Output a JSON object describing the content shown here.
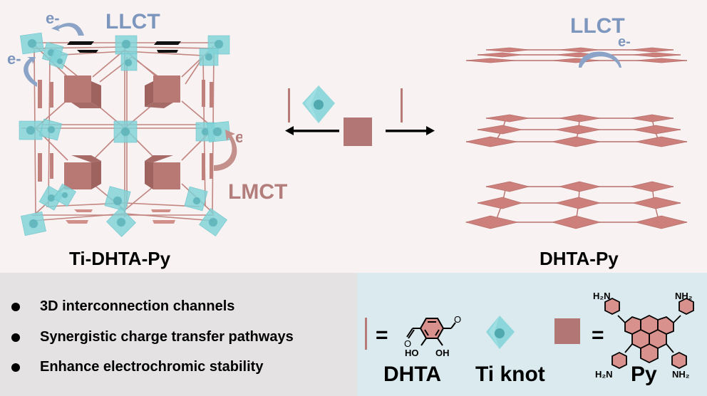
{
  "colors": {
    "background_top": "#f8f2f2",
    "panel_left": "#e4e2e2",
    "panel_right": "#dbeaee",
    "linker_pink": "#b87a76",
    "py_square": "#b27774",
    "ti_cyan": "#7fd3d8",
    "llct_blue": "#7d96bd",
    "lmct_pink": "#b27d7a",
    "sheet_pink": "#cc7f7b"
  },
  "left_structure": {
    "title": "Ti-DHTA-Py",
    "llct_label": "LLCT",
    "lmct_label": "LMCT",
    "electron_labels": [
      "e-",
      "e-",
      "e-"
    ]
  },
  "center": {
    "left_arrow": "arrow-left",
    "right_arrow": "arrow-right"
  },
  "right_structure": {
    "title": "DHTA-Py",
    "llct_label": "LLCT",
    "electron_label": "e-",
    "layers": 3
  },
  "features": {
    "items": [
      "3D interconnection channels",
      "Synergistic charge transfer pathways",
      "Enhance electrochromic stability"
    ]
  },
  "legend": {
    "equals": "=",
    "dhta_label": "DHTA",
    "ti_label": "Ti knot",
    "py_label": "Py",
    "dhta_groups": [
      "HO",
      "OH",
      "O",
      "O"
    ],
    "py_groups": [
      "H₂N",
      "NH₂",
      "H₂N",
      "NH₂"
    ]
  }
}
